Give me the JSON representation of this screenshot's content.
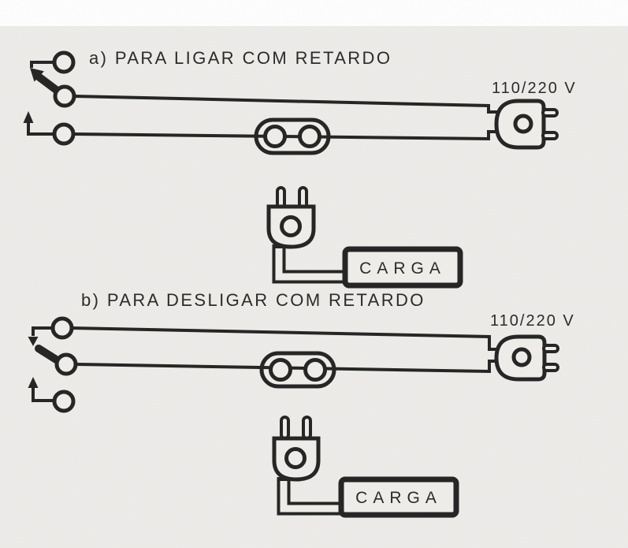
{
  "colors": {
    "ink": "#262626",
    "paper": "#edece9",
    "margin": "#ffffff"
  },
  "sections": {
    "a": {
      "title": "a) PARA LIGAR COM RETARDO",
      "voltage": "110/220 V",
      "load": "CARGA"
    },
    "b": {
      "title": "b) PARA DESLIGAR COM RETARDO",
      "voltage": "110/220 V",
      "load": "CARGA"
    }
  }
}
